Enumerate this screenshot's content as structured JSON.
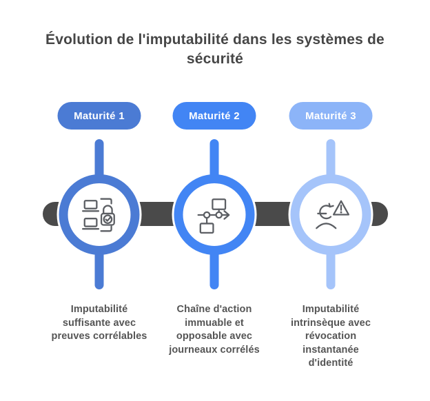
{
  "title": "Évolution de l'imputabilité dans les systèmes de\nsécurité",
  "colors": {
    "background": "#ffffff",
    "timeline_band": "#4a4a4a",
    "title_text": "#464646",
    "caption_text": "#555555",
    "pill_text": "#ffffff",
    "icon_stroke": "#5b5e63"
  },
  "stages": [
    {
      "label": "Maturité 1",
      "description": "Imputabilité\nsuffisante avec\npreuves corrélables",
      "color": "#4b7bd4",
      "ring_color": "#4b7bd4",
      "icon": "devices-lock-icon"
    },
    {
      "label": "Maturité 2",
      "description": "Chaîne d'action\nimmuable et\nopposable avec\njourneaux corrélés",
      "color": "#4285f4",
      "ring_color": "#4285f4",
      "icon": "workflow-icon"
    },
    {
      "label": "Maturité 3",
      "description": "Imputabilité\nintrinsèque avec\nrévocation\ninstantanée\nd'identité",
      "color": "#8cb4f8",
      "ring_color": "#a5c4fa",
      "icon": "identity-revocation-warning-icon"
    }
  ]
}
